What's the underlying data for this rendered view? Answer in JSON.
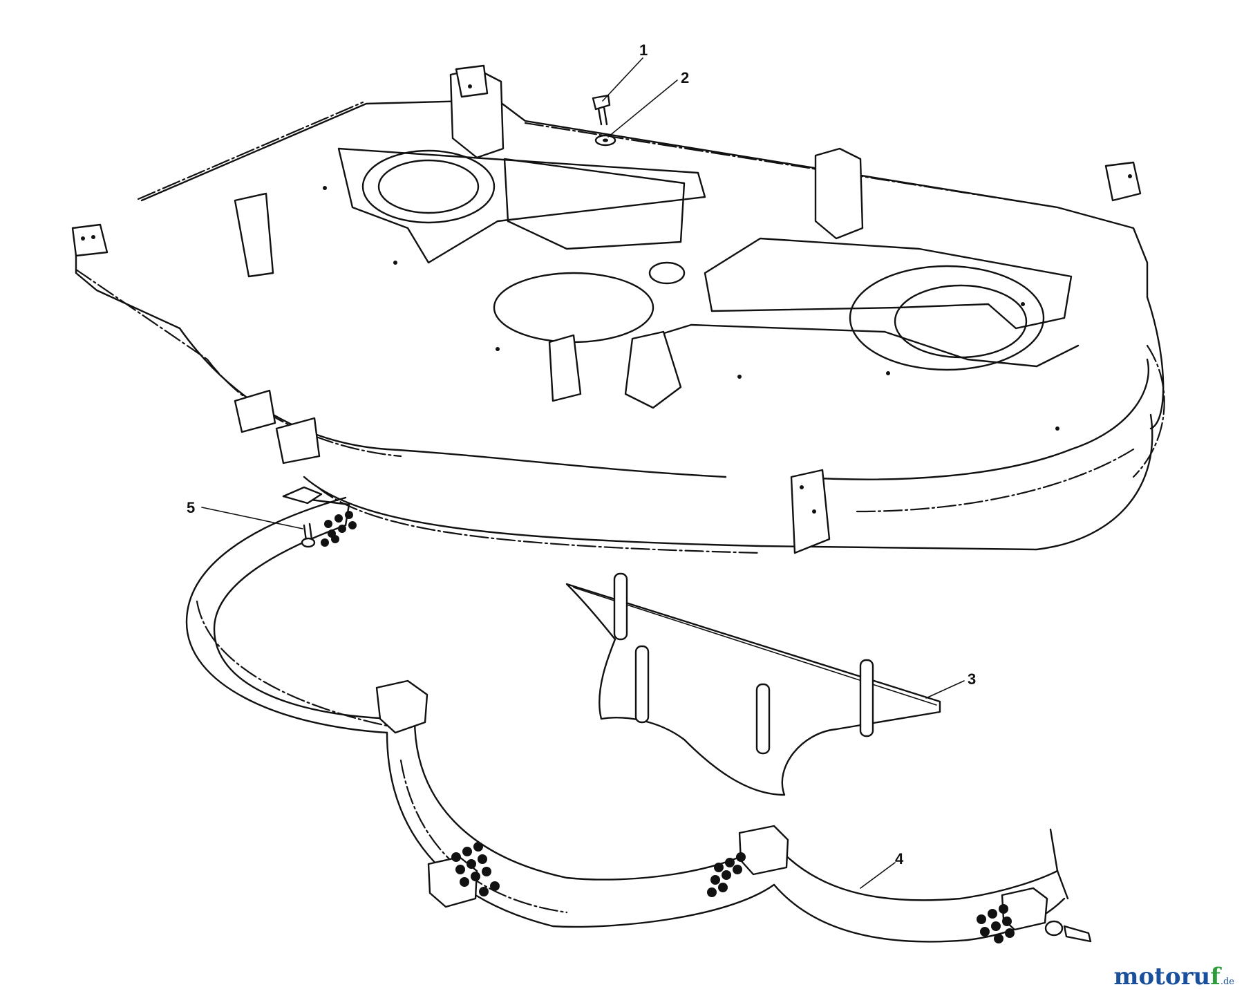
{
  "diagram": {
    "callouts": [
      {
        "id": "1",
        "label": "1"
      },
      {
        "id": "2",
        "label": "2"
      },
      {
        "id": "3",
        "label": "3"
      },
      {
        "id": "4",
        "label": "4"
      },
      {
        "id": "5",
        "label": "5"
      }
    ]
  },
  "watermark": {
    "main": "motoru",
    "accent": "f",
    "tld": ".de"
  },
  "colors": {
    "line": "#111111",
    "background": "#ffffff",
    "watermark_blue": "#1a4f9c",
    "watermark_green": "#2c9d3a"
  }
}
